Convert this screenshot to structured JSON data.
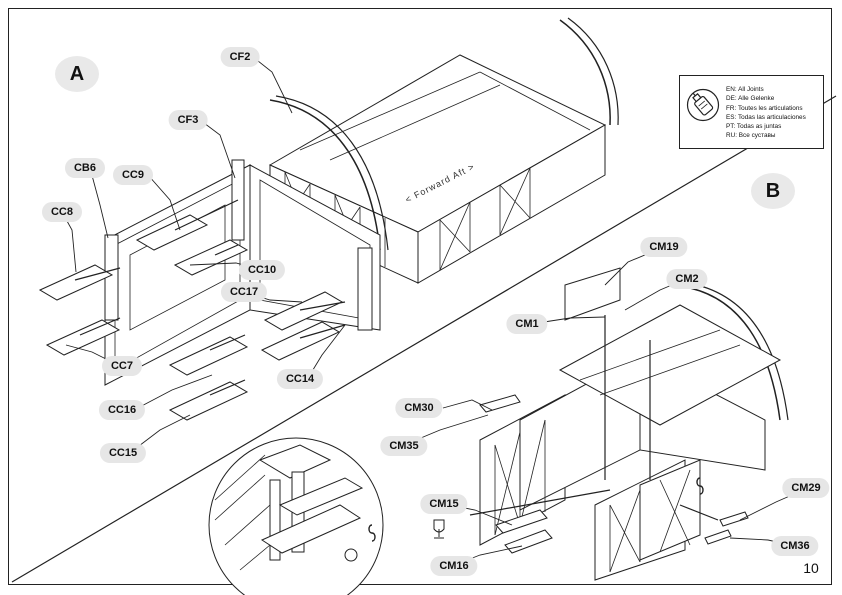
{
  "sections": {
    "a": "A",
    "b": "B"
  },
  "callouts": {
    "a": [
      "CF2",
      "CF3",
      "CB6",
      "CC9",
      "CC8",
      "CC10",
      "CC17",
      "CC7",
      "CC14",
      "CC16",
      "CC15"
    ],
    "b": [
      "CM19",
      "CM2",
      "CM1",
      "CM30",
      "CM35",
      "CM15",
      "CM16",
      "CM29",
      "CM36"
    ]
  },
  "floor_text": "< Forward  Aft >",
  "glue_icon": "glue-bottle-icon",
  "glue_legend": [
    "EN: All Joints",
    "DE: Alle Gelenke",
    "FR: Toutes les articulations",
    "ES: Todas las articulaciones",
    "PT: Todas as juntas",
    "RU: Все суставы"
  ],
  "page_number": "10",
  "colors": {
    "line": "#222222",
    "callout_bg": "#e6e6e6"
  }
}
